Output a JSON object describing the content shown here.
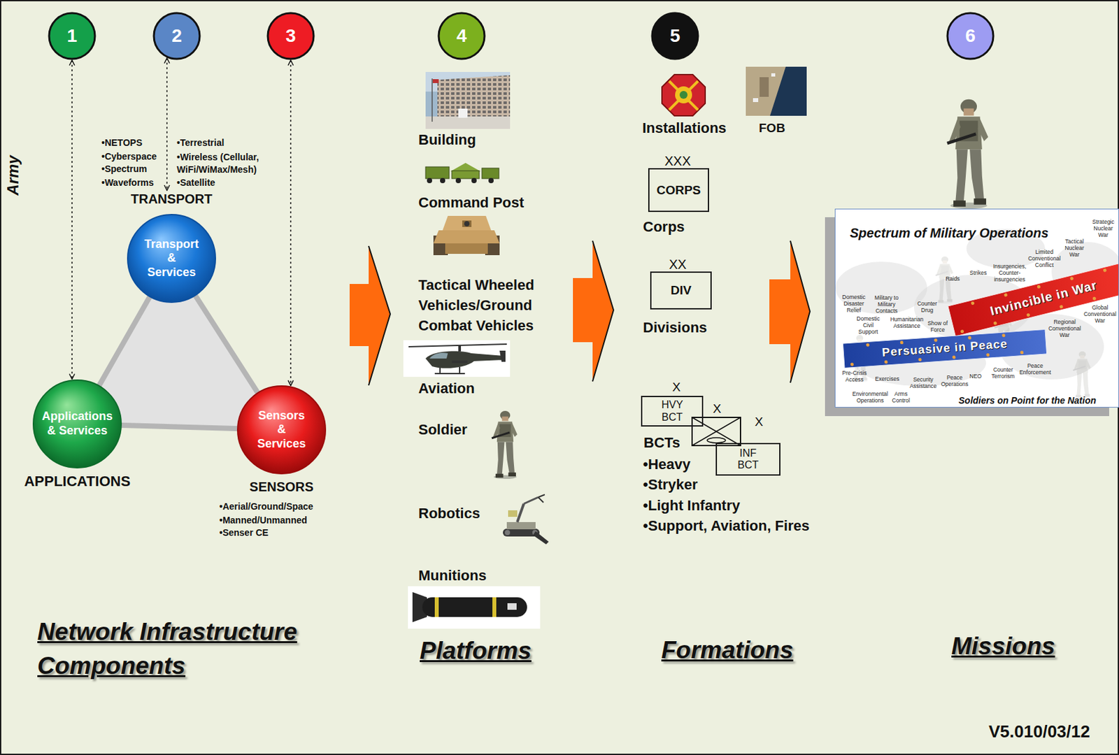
{
  "diagram": {
    "nodes": [
      {
        "text": [
          "1"
        ]
      },
      {
        "text": [
          "2"
        ]
      },
      {
        "text": [
          "3"
        ]
      },
      {
        "text": [
          "4"
        ]
      },
      {
        "text": [
          "5"
        ]
      },
      {
        "text": [
          "6"
        ]
      },
      {
        "text": [
          "TRANSPORT",
          "Transport & Services"
        ]
      },
      {
        "text": [
          "Applications & Services",
          "APPLICATIONS"
        ]
      },
      {
        "text": [
          "Sensors & Services",
          "SENSORS"
        ]
      },
      {
        "text": [
          "CORPS"
        ]
      },
      {
        "text": [
          "DIV"
        ]
      },
      {
        "text": [
          "HVY BCT"
        ]
      },
      {
        "text": [
          "INF BCT"
        ]
      },
      {
        "text": [
          "Spectrum of Military Operations",
          "Strategic Nuclear War",
          "Tactical Nuclear War",
          "Limited Conventional Conflict",
          "Insurgencies, Counter-insurgencies",
          "Strikes",
          "Raids",
          "Domestic Disaster Relief",
          "Military to Military Contacts",
          "Counter Drug",
          "Domestic Civil Support",
          "Humanitarian Assistance",
          "Show of Force",
          "Global Conventional War",
          "Regional Conventional War",
          "Pre-Crisis Access",
          "Exercises",
          "Security Assistance",
          "Peace Operations",
          "NEO",
          "Counter Terrorism",
          "Peace Enforcement",
          "Environmental Operations",
          "Arms Control",
          "Soldiers on Point for the Nation"
        ]
      },
      {
        "text": [
          "Invincible in War"
        ],
        "in": 13
      },
      {
        "text": [
          "Persuasive in Peace"
        ],
        "in": 13
      }
    ],
    "edges": [
      {
        "from": 0,
        "to": 7,
        "arrow": "both"
      },
      {
        "from": 1,
        "to": 6,
        "arrow": "both"
      },
      {
        "from": 2,
        "to": 8,
        "arrow": "both"
      }
    ],
    "labels": [
      "Army",
      "•NETOPS",
      "•Cyberspace",
      "•Spectrum",
      "•Waveforms",
      "•Terrestrial",
      "•Wireless (Cellular, WiFi/WiMax/Mesh)",
      "•Satellite",
      "•Aerial/Ground/Space",
      "•Manned/Unmanned",
      "•Senser CE",
      "Building",
      "Command Post",
      "Tactical Wheeled Vehicles/Ground Combat Vehicles",
      "Aviation",
      "Soldier",
      "Robotics",
      "Munitions",
      "Installations",
      "FOB",
      "XXX",
      "Corps",
      "XX",
      "Divisions",
      "X",
      "X",
      "X",
      "BCTs",
      "•Heavy",
      "•Stryker",
      "•Light Infantry",
      "•Support, Aviation, Fires",
      "Network Infrastructure Components",
      "Platforms",
      "Formations",
      "Missions",
      "V5.010/03/12"
    ]
  }
}
